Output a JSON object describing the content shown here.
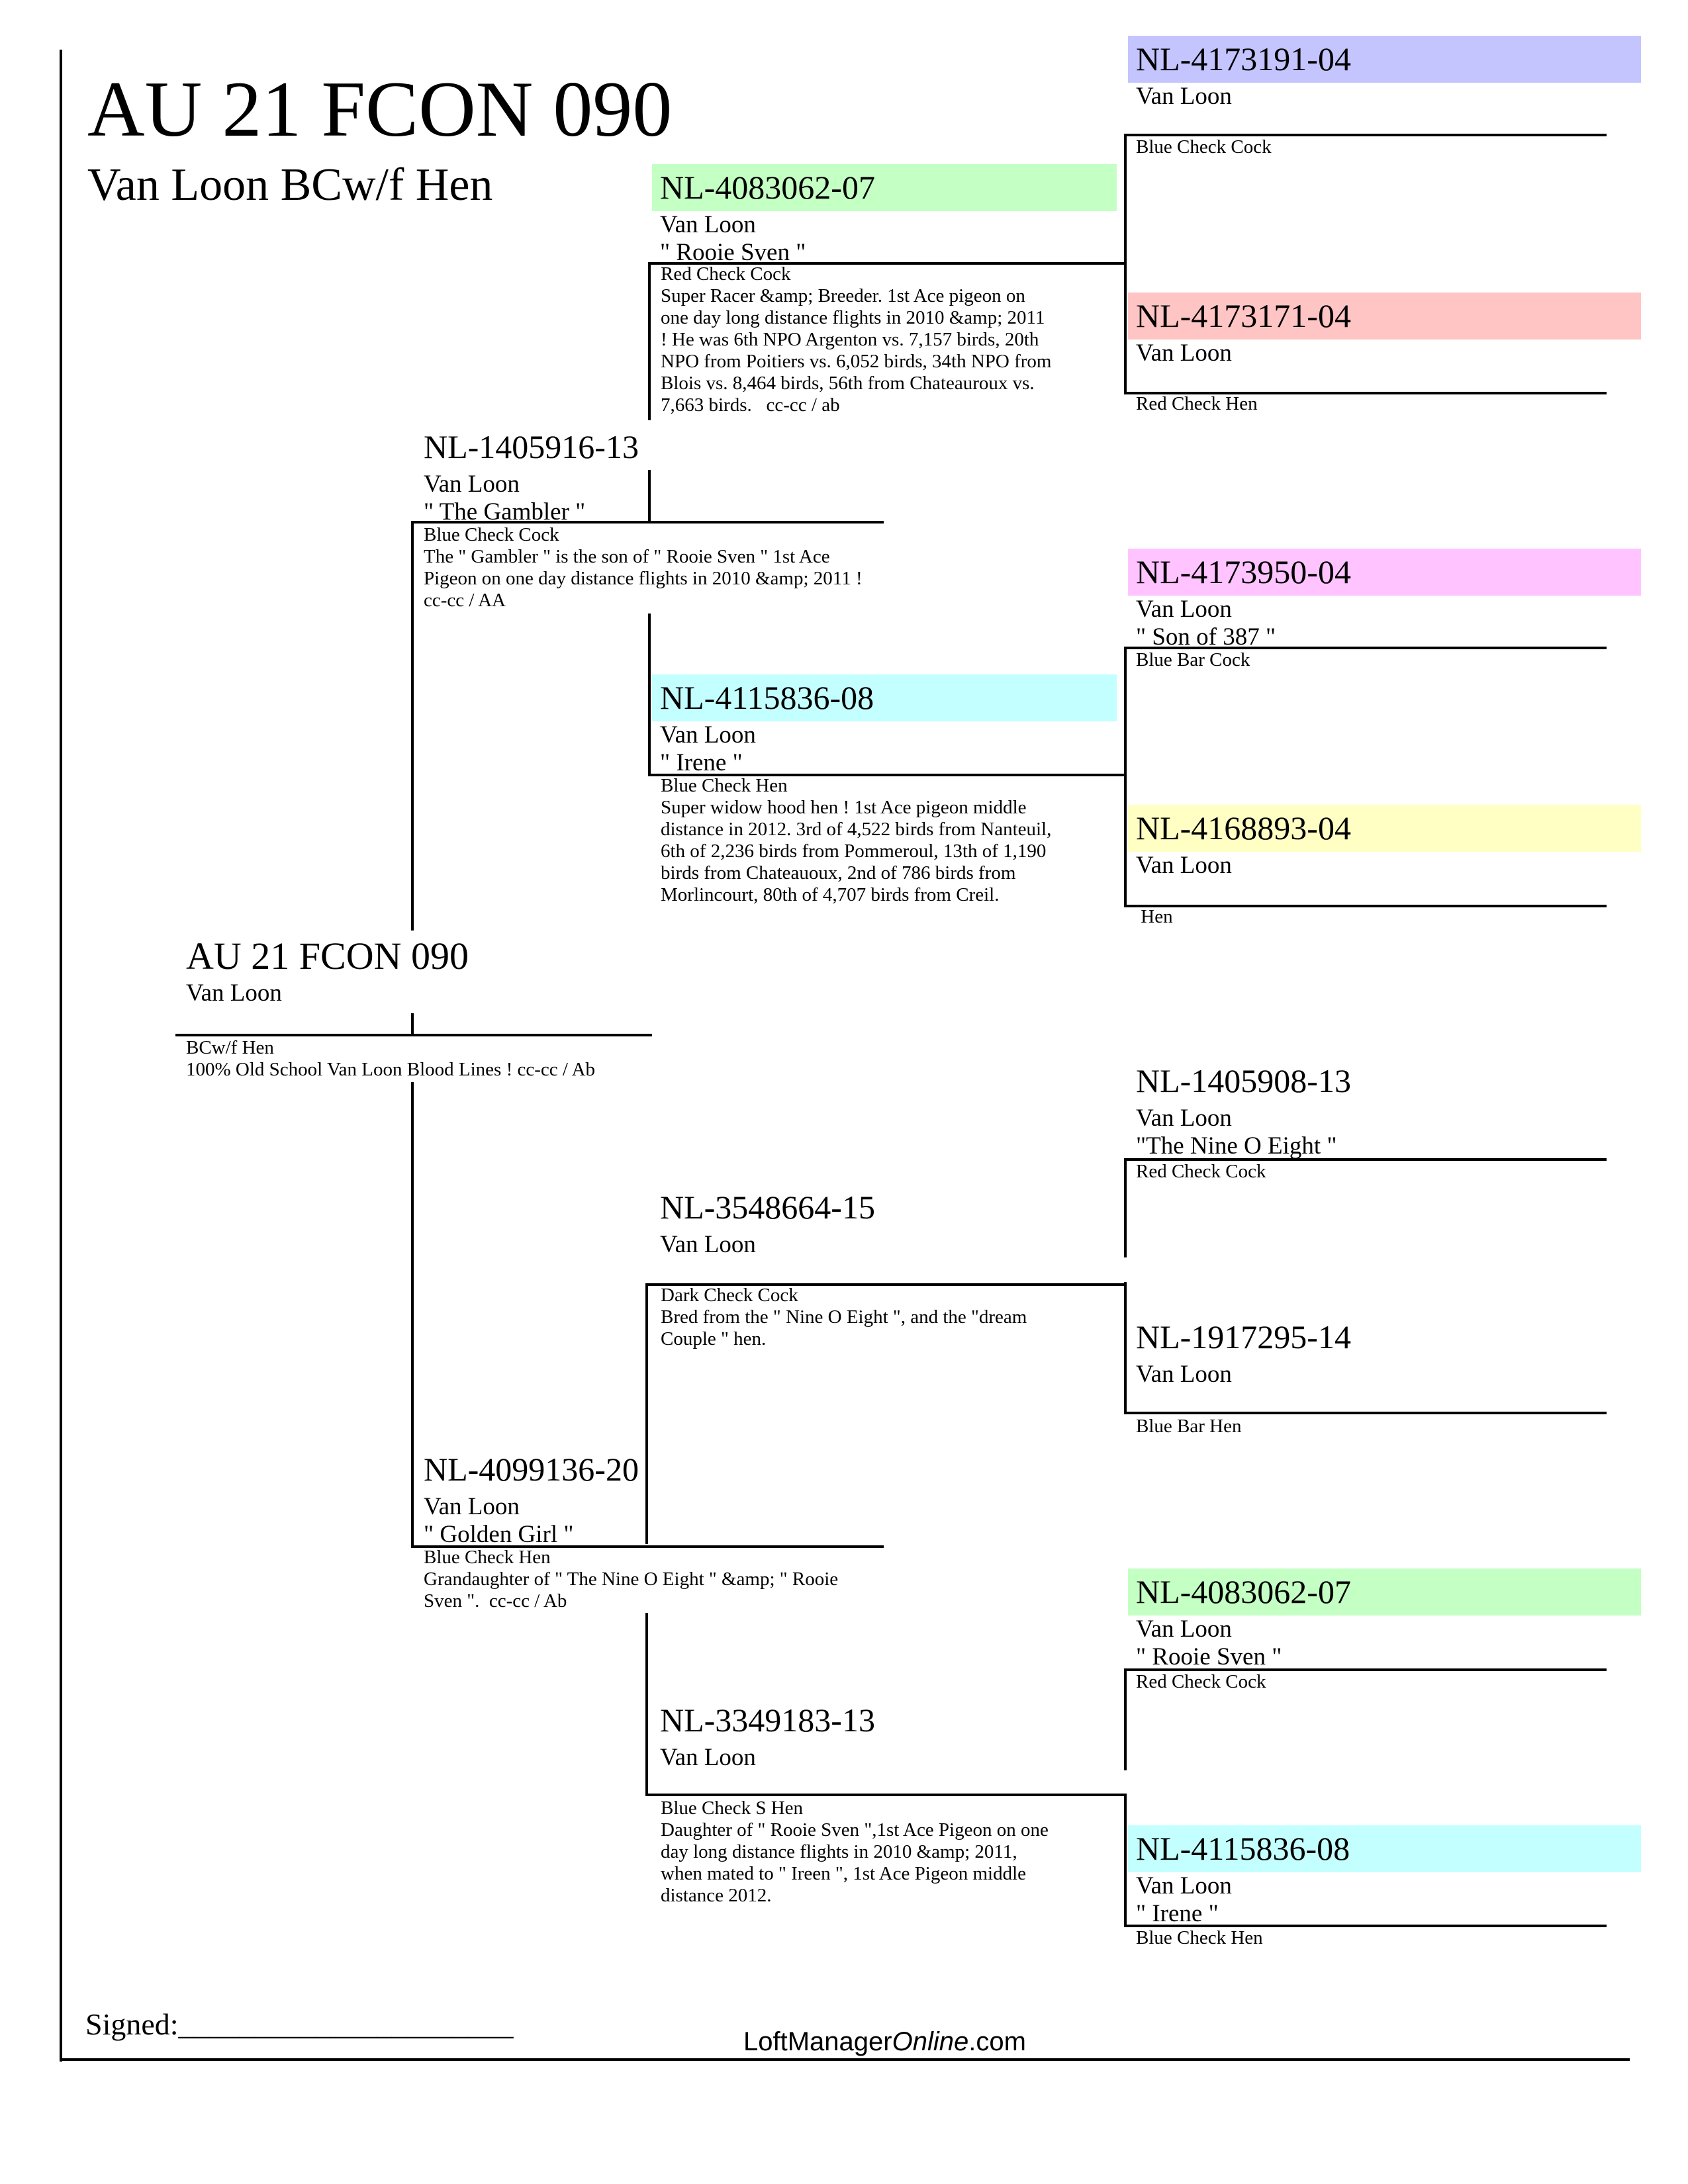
{
  "title": "AU 21 FCON 090",
  "subtitle": "Van Loon BCw/f Hen",
  "subject": {
    "id": "AU 21 FCON 090",
    "name": "Van Loon",
    "color": "BCw/f Hen",
    "notes": "100% Old School Van Loon Blood Lines ! cc-cc / Ab"
  },
  "sire": {
    "id": "NL-1405916-13",
    "name": "Van Loon",
    "nick": "\" The Gambler \"",
    "color": "Blue Check Cock",
    "notes": "The \" Gambler \" is the son of \" Rooie Sven \" 1st Ace\nPigeon on one day distance flights in 2010 &amp; 2011 !\ncc-cc / AA"
  },
  "dam": {
    "id": "NL-4099136-20",
    "name": "Van Loon",
    "nick": "\" Golden Girl \"",
    "color": "Blue Check Hen",
    "notes": "Grandaughter of \" The Nine O Eight \" &amp; \" Rooie\nSven \".  cc-cc / Ab"
  },
  "gen3": [
    {
      "id": "NL-4083062-07",
      "name": "Van Loon",
      "nick": "\" Rooie Sven \"",
      "color": "Red Check Cock",
      "notes": "Super Racer &amp; Breeder. 1st Ace pigeon on\none day long distance flights in 2010 &amp; 2011\n! He was 6th NPO Argenton vs. 7,157 birds, 20th\nNPO from Poitiers vs. 6,052 birds, 34th NPO from\nBlois vs. 8,464 birds, 56th from Chateauroux vs.\n7,663 birds.   cc-cc / ab",
      "bg": "#c4ffc4"
    },
    {
      "id": "NL-4115836-08",
      "name": "Van Loon",
      "nick": "\" Irene \"",
      "color": "Blue Check Hen",
      "notes": "Super widow hood hen ! 1st Ace pigeon middle\ndistance in 2012. 3rd of 4,522 birds from Nanteuil,\n6th of 2,236 birds from Pommeroul, 13th of 1,190\nbirds from Chateauoux, 2nd of 786 birds from\nMorlincourt, 80th of 4,707 birds from Creil.",
      "bg": "#c4ffff"
    },
    {
      "id": "NL-3548664-15",
      "name": "Van Loon",
      "nick": "",
      "color": "Dark Check Cock",
      "notes": "Bred from the \" Nine O Eight \", and the \"dream\nCouple \" hen.",
      "bg": ""
    },
    {
      "id": "NL-3349183-13",
      "name": "Van Loon",
      "nick": "",
      "color": "Blue Check S Hen",
      "notes": "Daughter of \" Rooie Sven \",1st Ace Pigeon on one\nday long distance flights in 2010 &amp; 2011,\nwhen mated to \" Ireen \", 1st Ace Pigeon middle\ndistance 2012.",
      "bg": ""
    }
  ],
  "gen4": [
    {
      "id": "NL-4173191-04",
      "name": "Van Loon",
      "nick": "",
      "color": "Blue Check Cock",
      "bg": "#c4c4ff"
    },
    {
      "id": "NL-4173171-04",
      "name": "Van Loon",
      "nick": "",
      "color": "Red Check Hen",
      "bg": "#ffc4c4"
    },
    {
      "id": "NL-4173950-04",
      "name": "Van Loon",
      "nick": "\" Son of 387 \"",
      "color": "Blue Bar Cock",
      "bg": "#ffc4ff"
    },
    {
      "id": "NL-4168893-04",
      "name": "Van Loon",
      "nick": "",
      "color": " Hen",
      "bg": "#ffffc4"
    },
    {
      "id": "NL-1405908-13",
      "name": "Van Loon",
      "nick": "\"The Nine O Eight \"",
      "color": "Red Check Cock",
      "bg": ""
    },
    {
      "id": "NL-1917295-14",
      "name": "Van Loon",
      "nick": "",
      "color": "Blue Bar Hen",
      "bg": ""
    },
    {
      "id": "NL-4083062-07",
      "name": "Van Loon",
      "nick": "\" Rooie Sven \"",
      "color": "Red Check Cock",
      "bg": "#c4ffc4"
    },
    {
      "id": "NL-4115836-08",
      "name": "Van Loon",
      "nick": "\" Irene \"",
      "color": "Blue Check Hen",
      "bg": "#c4ffff"
    }
  ],
  "footer": {
    "signed": "Signed:______________________",
    "site_a": "LoftManager",
    "site_b": "Online",
    ".com": ".com",
    "site_c": ".com"
  }
}
